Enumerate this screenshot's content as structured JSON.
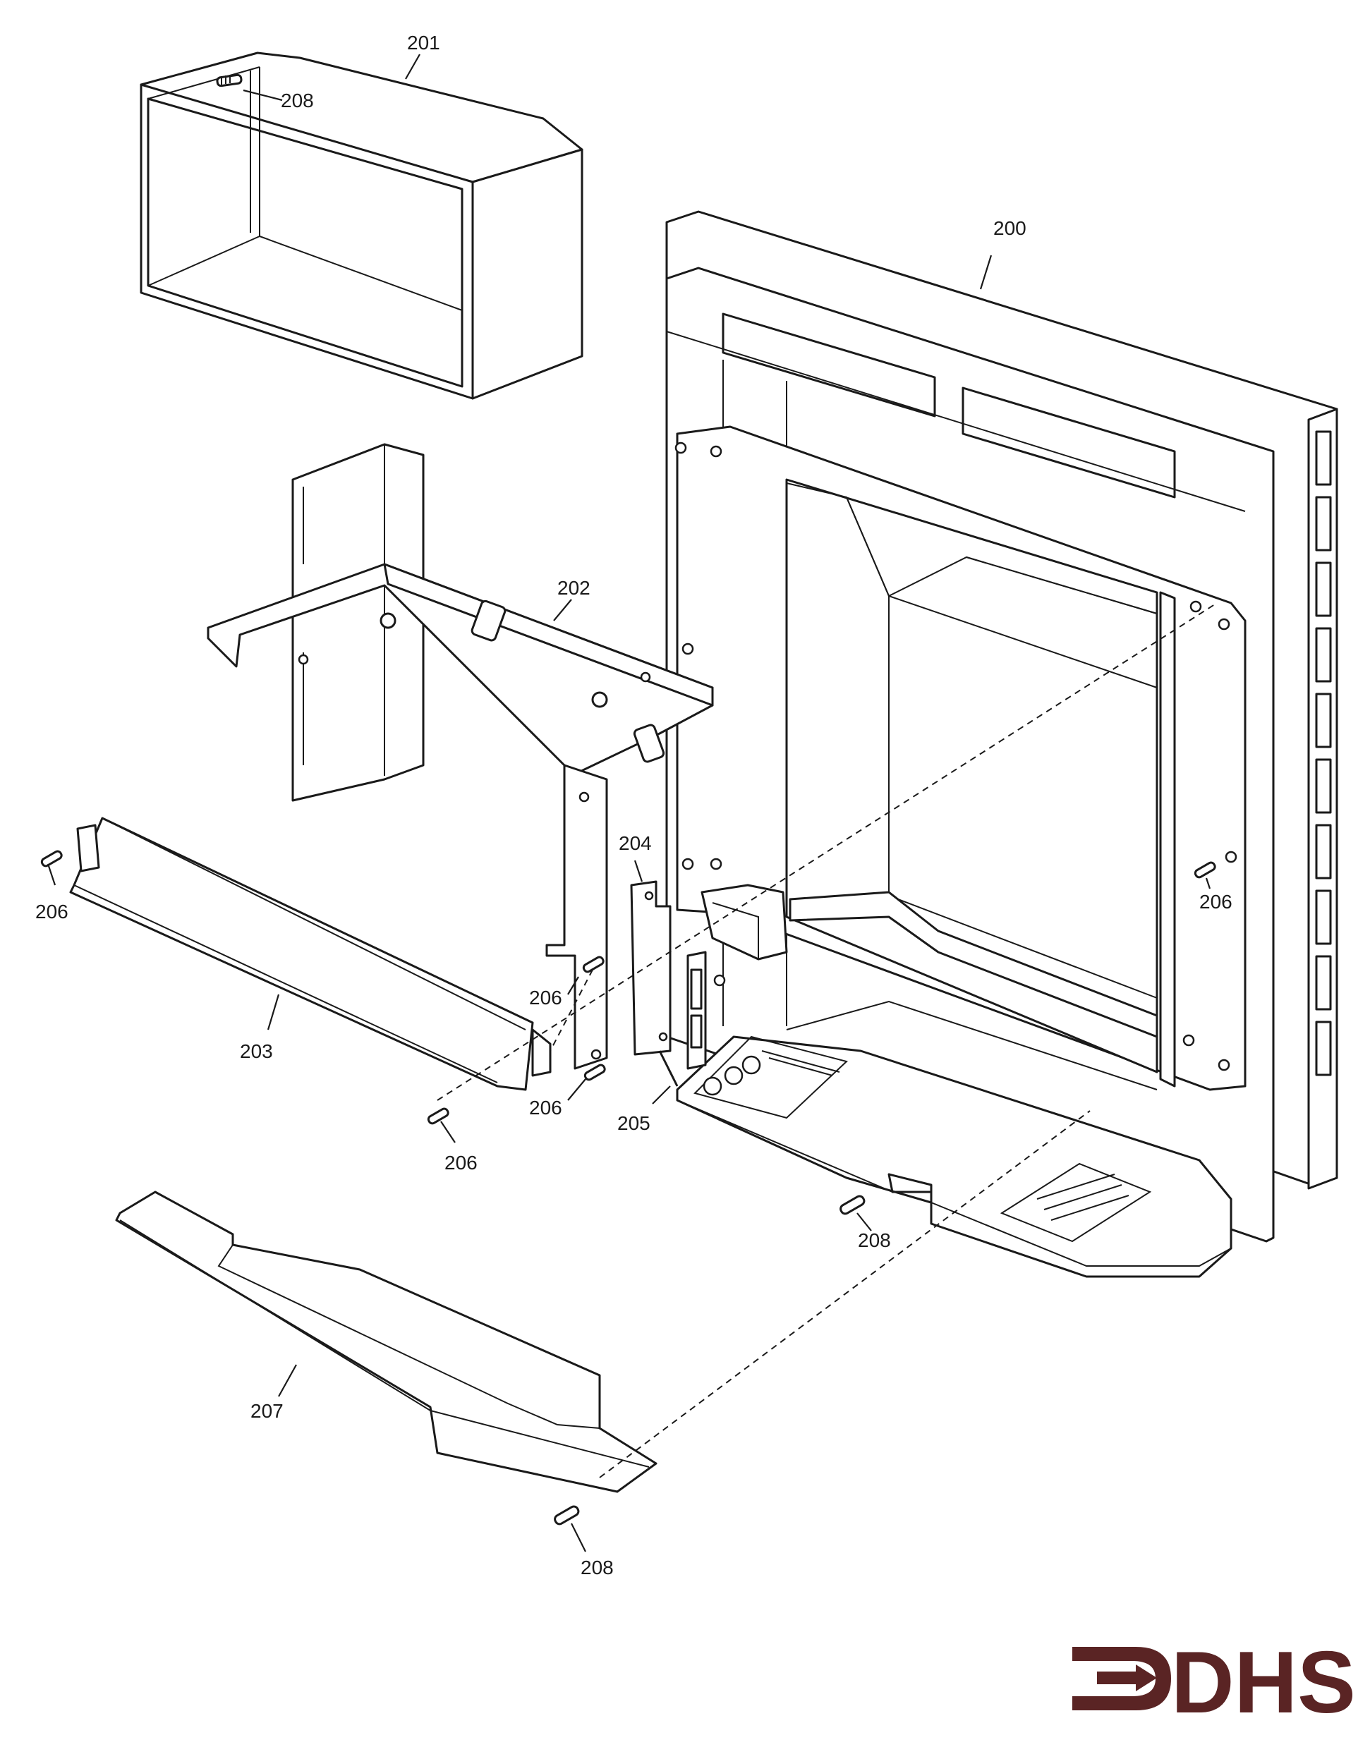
{
  "colors": {
    "line": "#1a1a1a",
    "background": "#ffffff",
    "logo": "#5a2424"
  },
  "labels": {
    "p200": "200",
    "p201": "201",
    "p202": "202",
    "p203": "203",
    "p204": "204",
    "p205": "205",
    "p206_a": "206",
    "p206_b": "206",
    "p206_c": "206",
    "p206_d": "206",
    "p206_e": "206",
    "p207": "207",
    "p208_a": "208",
    "p208_b": "208",
    "p208_c": "208"
  },
  "logo": {
    "text": "DHS",
    "icon": "dhs-logo-mark-icon"
  }
}
